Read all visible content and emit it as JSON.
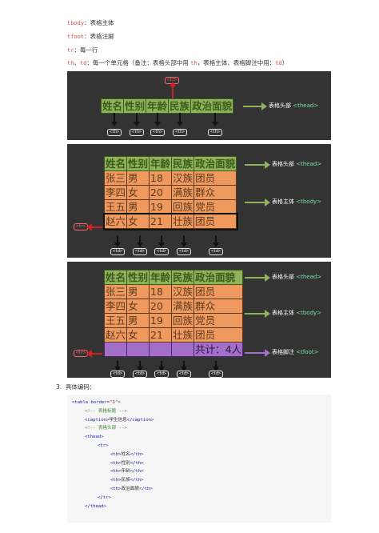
{
  "intro_lines": [
    {
      "tag": "tbody",
      "sep": "：",
      "desc": "表格主体"
    },
    {
      "tag": "tfoot",
      "sep": "：",
      "desc": "表格注脚"
    },
    {
      "tag": "tr",
      "sep": "：",
      "desc": "每一行"
    }
  ],
  "td_line": {
    "tag1": "th",
    "sep1": "、",
    "tag2": "td",
    "sep2": "：",
    "desc_a": "每一个单元格（备注：表格头部中用 ",
    "tag3": "th",
    "desc_b": "，表格主体、表格脚注中用：",
    "tag4": "td",
    "desc_c": "）"
  },
  "table_header": [
    "姓名",
    "性别",
    "年龄",
    "民族",
    "政治面貌"
  ],
  "table_rows": [
    [
      "张三",
      "男",
      "18",
      "汉族",
      "团员"
    ],
    [
      "李四",
      "女",
      "20",
      "满族",
      "群众"
    ],
    [
      "王五",
      "男",
      "19",
      "回族",
      "党员"
    ],
    [
      "赵六",
      "女",
      "21",
      "壮族",
      "团员"
    ]
  ],
  "footer_text": "共计：4人",
  "labels": {
    "thead_cn": "表格头部",
    "thead_tag": "<thead>",
    "tbody_cn": "表格主体",
    "tbody_tag": "<tbody>",
    "tfoot_cn": "表格脚注",
    "tfoot_tag": "<tfoot>",
    "tr_tag": "<tr>",
    "th_tag": "<th>",
    "td_tag": "<td>"
  },
  "step": {
    "number": "3.",
    "title": "具体编码："
  },
  "code_lines": [
    {
      "indent": 0,
      "parts": [
        [
          "tg",
          "<table "
        ],
        [
          "kw",
          "border"
        ],
        [
          "txt",
          "="
        ],
        [
          "str",
          "\"1\""
        ],
        [
          "tg",
          ">"
        ]
      ]
    },
    {
      "indent": 2,
      "parts": [
        [
          "cm",
          "<!-- 表格标题 -->"
        ]
      ]
    },
    {
      "indent": 2,
      "parts": [
        [
          "tg",
          "<caption>"
        ],
        [
          "txt",
          "学生信息"
        ],
        [
          "tg",
          "</caption>"
        ]
      ]
    },
    {
      "indent": 2,
      "parts": [
        [
          "cm",
          "<!-- 表格头部 -->"
        ]
      ]
    },
    {
      "indent": 2,
      "parts": [
        [
          "tg",
          "<thead>"
        ]
      ]
    },
    {
      "indent": 4,
      "parts": [
        [
          "tg",
          "<tr>"
        ]
      ]
    },
    {
      "indent": 6,
      "parts": [
        [
          "tg",
          "<th>"
        ],
        [
          "txt",
          "姓名"
        ],
        [
          "tg",
          "</th>"
        ]
      ]
    },
    {
      "indent": 6,
      "parts": [
        [
          "tg",
          "<th>"
        ],
        [
          "txt",
          "性别"
        ],
        [
          "tg",
          "</th>"
        ]
      ]
    },
    {
      "indent": 6,
      "parts": [
        [
          "tg",
          "<th>"
        ],
        [
          "txt",
          "年龄"
        ],
        [
          "tg",
          "</th>"
        ]
      ]
    },
    {
      "indent": 6,
      "parts": [
        [
          "tg",
          "<th>"
        ],
        [
          "txt",
          "民族"
        ],
        [
          "tg",
          "</th>"
        ]
      ]
    },
    {
      "indent": 6,
      "parts": [
        [
          "tg",
          "<th>"
        ],
        [
          "txt",
          "政治面貌"
        ],
        [
          "tg",
          "</th>"
        ]
      ]
    },
    {
      "indent": 4,
      "parts": [
        [
          "tg",
          "</tr>"
        ]
      ]
    },
    {
      "indent": 2,
      "parts": [
        [
          "tg",
          "</thead>"
        ]
      ]
    }
  ],
  "colors": {
    "header": "#8fb35a",
    "body": "#f0995f",
    "footer": "#a46fc9",
    "panel": "#333333"
  }
}
